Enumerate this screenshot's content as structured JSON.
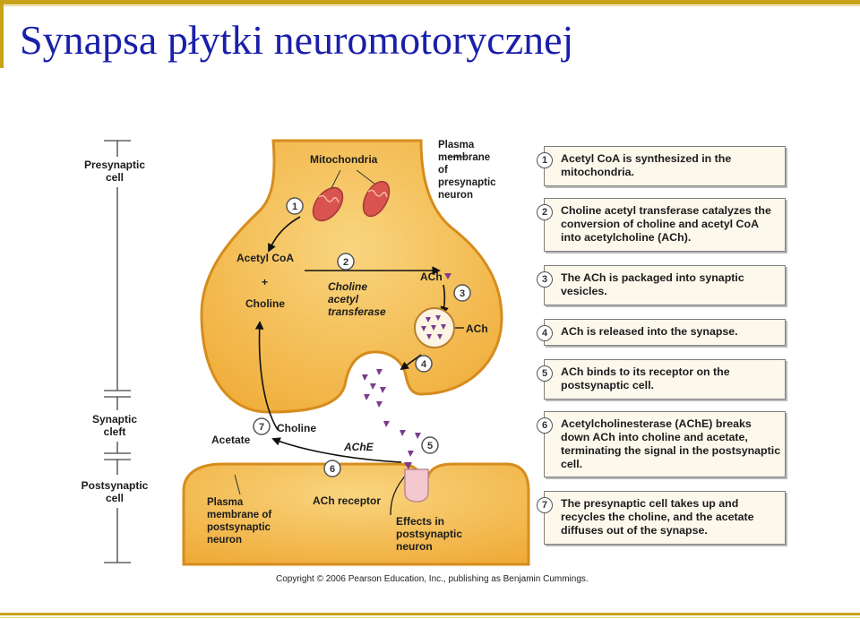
{
  "page": {
    "title": "Synapsa płytki neuromotorycznej"
  },
  "diagram": {
    "labels": {
      "presynaptic_cell": [
        "Presynaptic",
        "cell"
      ],
      "synaptic_cleft": [
        "Synaptic",
        "cleft"
      ],
      "postsynaptic_cell": [
        "Postsynaptic",
        "cell"
      ],
      "mitochondria": "Mitochondria",
      "plasma_membrane_pre": [
        "Plasma",
        "membrane",
        "of",
        "presynaptic",
        "neuron"
      ],
      "acetyl_coa": "Acetyl CoA",
      "plus": "+",
      "choline": "Choline",
      "enzyme": [
        "Choline",
        "acetyl",
        "transferase"
      ],
      "ach": "ACh",
      "ach_vesicle": "ACh",
      "acetate": "Acetate",
      "choline_recycled": "Choline",
      "ache": "AChE",
      "plasma_membrane_post": [
        "Plasma",
        "membrane of",
        "postsynaptic",
        "neuron"
      ],
      "ach_receptor": "ACh receptor",
      "effects": [
        "Effects in",
        "postsynaptic",
        "neuron"
      ]
    },
    "markers": [
      "1",
      "2",
      "3",
      "4",
      "5",
      "6",
      "7"
    ],
    "copyright": "Copyright © 2006 Pearson Education, Inc., publishing as Benjamin Cummings."
  },
  "steps": [
    {
      "num": "1",
      "text": "Acetyl CoA is synthesized in the mitochondria."
    },
    {
      "num": "2",
      "text": "Choline acetyl transferase catalyzes the conversion of choline and acetyl CoA into acetylcholine (ACh)."
    },
    {
      "num": "3",
      "text": "The ACh is packaged into synaptic vesicles."
    },
    {
      "num": "4",
      "text": "ACh is released into the synapse."
    },
    {
      "num": "5",
      "text": "ACh binds to its receptor on the postsynaptic cell."
    },
    {
      "num": "6",
      "text": "Acetylcholinesterase (AChE) breaks down ACh into choline and acetate, terminating the signal in the postsynaptic cell."
    },
    {
      "num": "7",
      "text": "The presynaptic cell takes up and recycles the choline, and the acetate diffuses out of the synapse."
    }
  ],
  "colors": {
    "title": "#1a1faa",
    "cell_fill": "#f3b94b",
    "cell_stroke": "#d68c1d",
    "ach": "#7a3c8c",
    "step_box": "#fdf8ec",
    "rule": "#c8a21a"
  }
}
